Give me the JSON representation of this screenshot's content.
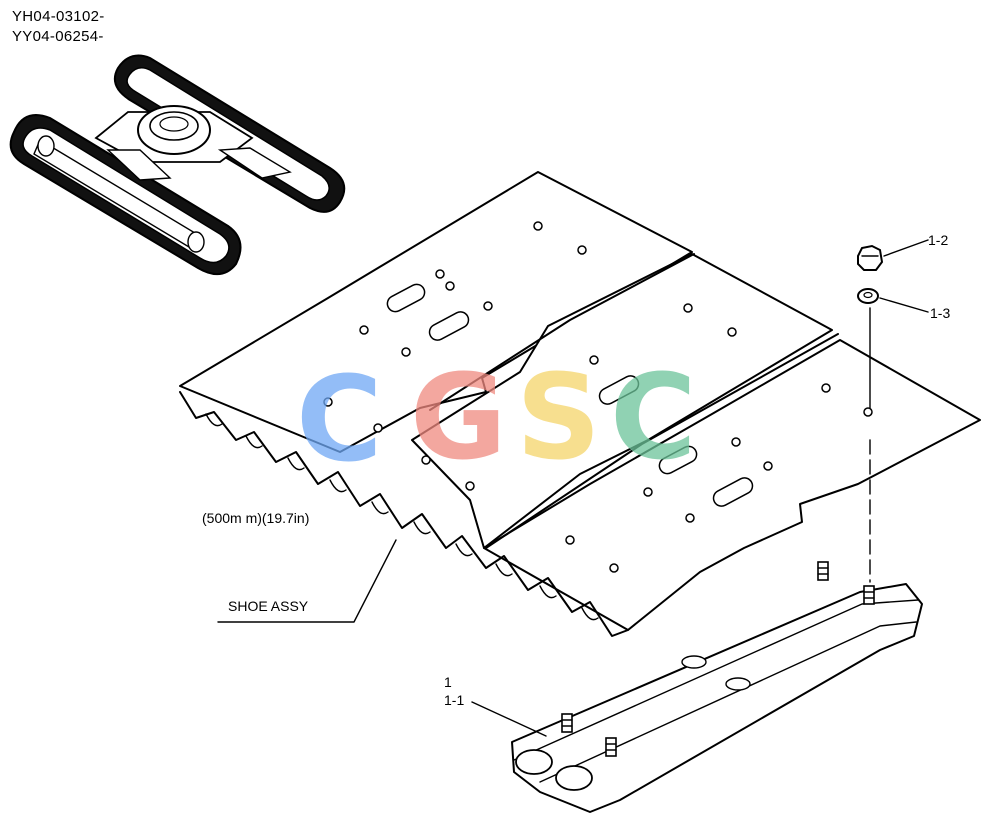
{
  "serials": [
    "YH04-03102-",
    "YY04-06254-"
  ],
  "labels": {
    "part_1_2": "1-2",
    "part_1_3": "1-3",
    "dimension": "(500m m)(19.7in)",
    "shoe_assy": "SHOE ASSY",
    "part_1": "1",
    "part_1_1": "1-1"
  },
  "watermark": {
    "letters": [
      {
        "char": "C",
        "color": "#6fa8f5"
      },
      {
        "char": "G",
        "color": "#f08a80"
      },
      {
        "char": "S",
        "color": "#f5d56a"
      },
      {
        "char": "C",
        "color": "#6cc49a"
      }
    ]
  }
}
